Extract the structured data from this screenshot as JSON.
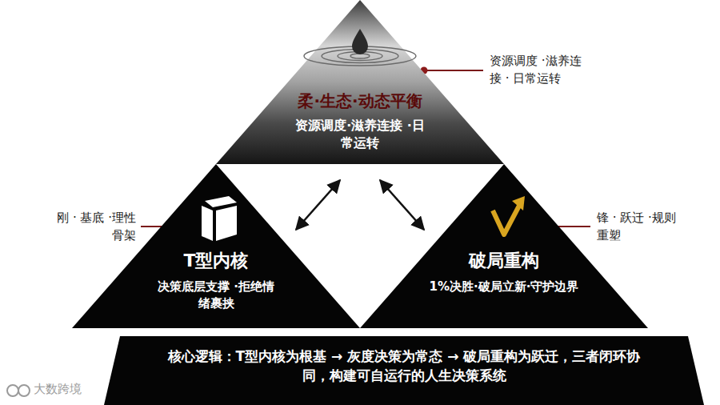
{
  "diagram": {
    "nodes": [
      {
        "text": [
          "柔·生态·动态平衡",
          "资源调度·滋养连接 ·日常运转"
        ]
      },
      {
        "text": [
          "T型内核",
          "决策底层支撑 ·拒绝情绪裹挟"
        ]
      },
      {
        "text": [
          "破局重构",
          "1%决胜·破局立新·守护边界"
        ]
      },
      {
        "text": [
          "核心逻辑：T型内核为根基 → 灰度决策为常态 → 破局重构为跃迁，三者闭环协同，构建可自运行的人生决策系统"
        ]
      }
    ],
    "edges": [
      {
        "from": 0,
        "to": 1,
        "arrow": "both"
      },
      {
        "from": 0,
        "to": 2,
        "arrow": "both"
      }
    ],
    "labels": [
      "资源调度 ·滋养连接 · 日常运转",
      "刚 · 基底 ·理性骨架",
      "锋 · 跃迁 ·规则重塑",
      "大数跨境"
    ]
  }
}
